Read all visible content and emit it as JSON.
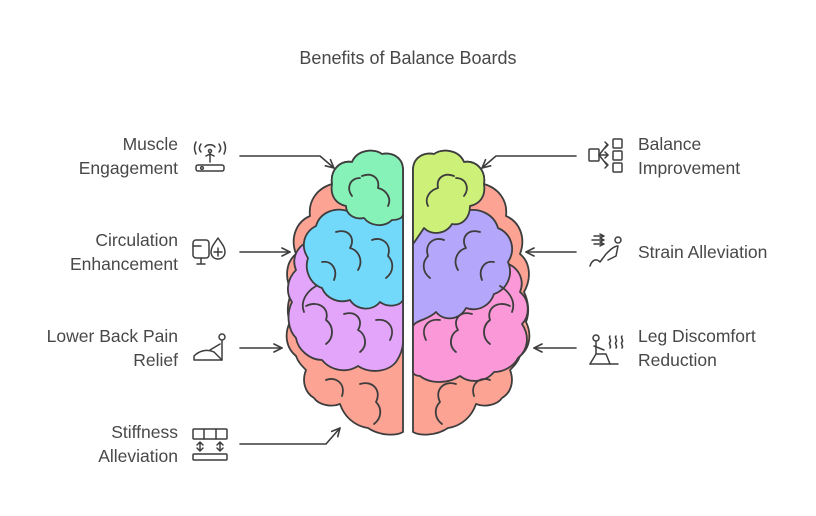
{
  "title": "Benefits of Balance Boards",
  "colors": {
    "green": "#86f2b8",
    "cyan": "#73d9fb",
    "violet": "#e3a5fa",
    "salmon": "#fca394",
    "lime": "#cdf178",
    "lavender": "#b4a6fb",
    "pink": "#fb99d8",
    "outline": "#3d3d3d",
    "text": "#484848"
  },
  "left_items": [
    {
      "line1": "Muscle",
      "line2": "Engagement",
      "icon": "muscle-engagement-icon"
    },
    {
      "line1": "Circulation",
      "line2": "Enhancement",
      "icon": "circulation-icon"
    },
    {
      "line1": "Lower Back Pain",
      "line2": "Relief",
      "icon": "back-stretch-icon"
    },
    {
      "line1": "Stiffness",
      "line2": "Alleviation",
      "icon": "stiffness-icon"
    }
  ],
  "right_items": [
    {
      "line1": "Balance",
      "line2": "Improvement",
      "icon": "balance-flow-icon"
    },
    {
      "line1": "Strain Alleviation",
      "line2": "",
      "icon": "strain-relief-icon"
    },
    {
      "line1": "Leg Discomfort",
      "line2": "Reduction",
      "icon": "leg-heat-icon"
    }
  ]
}
